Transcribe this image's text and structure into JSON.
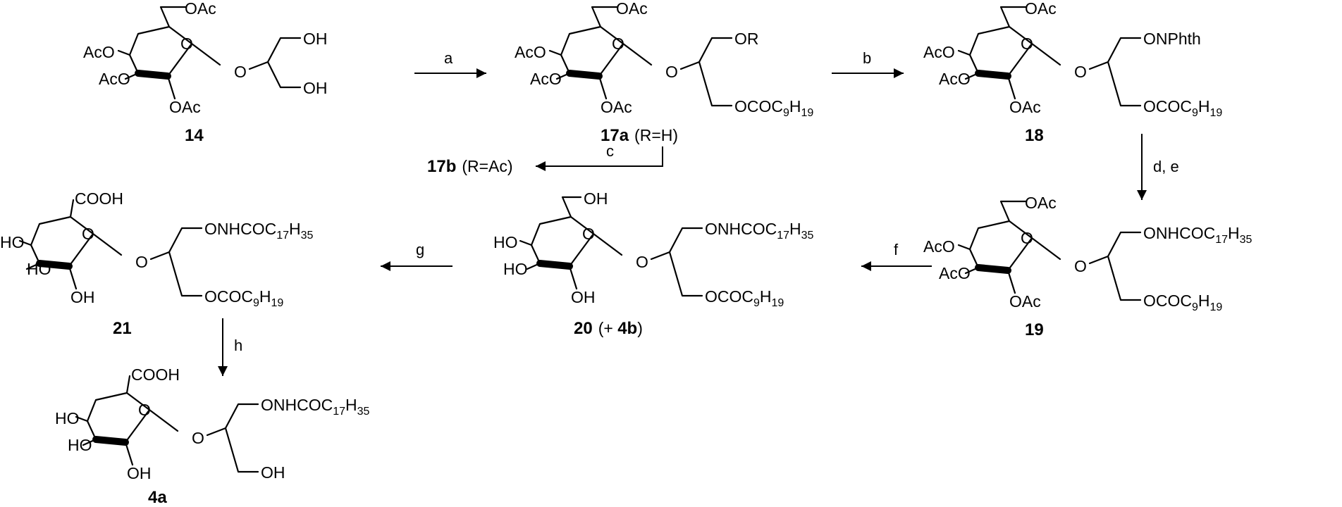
{
  "molecules": {
    "m14": {
      "ring": "O",
      "sub_top": "OAc",
      "sub_left_upper": "AcO",
      "sub_left_lower": "AcO",
      "sub_bottom": "OAc",
      "link": "O",
      "chain_top": "OH",
      "chain_bottom": "OH",
      "id": "14"
    },
    "m17a": {
      "ring": "O",
      "sub_top": "OAc",
      "sub_left_upper": "AcO",
      "sub_left_lower": "AcO",
      "sub_bottom": "OAc",
      "link": "O",
      "chain_top": "OR",
      "chain_bottom": "OCOC9H19",
      "id": "17a",
      "note": "(R=H)"
    },
    "m18": {
      "ring": "O",
      "sub_top": "OAc",
      "sub_left_upper": "AcO",
      "sub_left_lower": "AcO",
      "sub_bottom": "OAc",
      "link": "O",
      "chain_top": "ONPhth",
      "chain_bottom": "OCOC9H19",
      "id": "18"
    },
    "m17b": {
      "id": "17b",
      "note": "(R=Ac)"
    },
    "m19": {
      "ring": "O",
      "sub_top": "OAc",
      "sub_left_upper": "AcO",
      "sub_left_lower": "AcO",
      "sub_bottom": "OAc",
      "link": "O",
      "chain_top": "ONHCOC17H35",
      "chain_bottom": "OCOC9H19",
      "id": "19"
    },
    "m20": {
      "ring": "O",
      "sub_top": "OH",
      "sub_left_upper": "HO",
      "sub_left_lower": "HO",
      "sub_bottom": "OH",
      "link": "O",
      "chain_top": "ONHCOC17H35",
      "chain_bottom": "OCOC9H19",
      "id": "20",
      "note_pre": "(+ ",
      "note_bold": "4b",
      "note_post": ")"
    },
    "m21": {
      "ring": "O",
      "sub_top": "COOH",
      "sub_left_upper": "HO",
      "sub_left_lower": "HO",
      "sub_bottom": "OH",
      "link": "O",
      "chain_top": "ONHCOC17H35",
      "chain_bottom": "OCOC9H19",
      "id": "21"
    },
    "m4a": {
      "ring": "O",
      "sub_top": "COOH",
      "sub_left_upper": "HO",
      "sub_left_lower": "HO",
      "sub_bottom": "OH",
      "link": "O",
      "chain_top": "ONHCOC17H35",
      "chain_bottom": "OH",
      "id": "4a"
    }
  },
  "arrows": {
    "a": "a",
    "b": "b",
    "c": "c",
    "de": "d, e",
    "f": "f",
    "g": "g",
    "h": "h"
  }
}
